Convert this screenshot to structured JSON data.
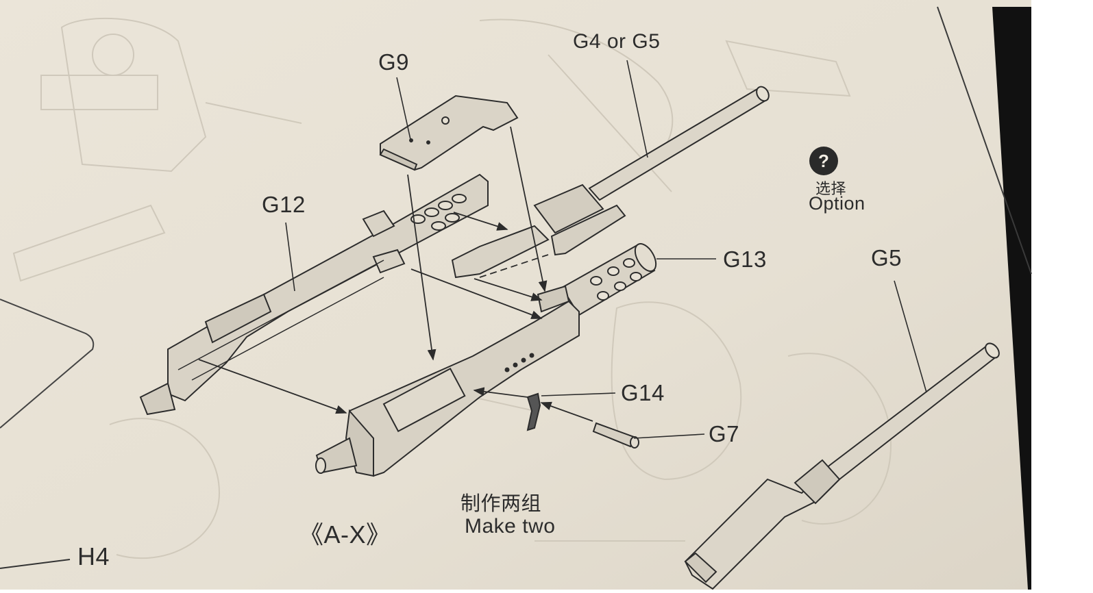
{
  "step": {
    "sub_assembly_label": "《A-X》",
    "quantity_cn": "制作两组",
    "quantity_en": "Make two"
  },
  "option": {
    "number": "?",
    "label_cn": "选择",
    "label_en": "Option"
  },
  "parts": {
    "g9": "G9",
    "g4_or_g5": "G4 or G5",
    "g12": "G12",
    "g13": "G13",
    "g5": "G5",
    "g14": "G14",
    "g7": "G7",
    "h4": "H4"
  },
  "colors": {
    "paper": "#e8e2d6",
    "paper_shadow": "#d8d1c2",
    "ink": "#2c2c2c",
    "part_fill": "#d8d2c5",
    "ghost": "#cbc4b6",
    "dark_edge": "#121212"
  }
}
